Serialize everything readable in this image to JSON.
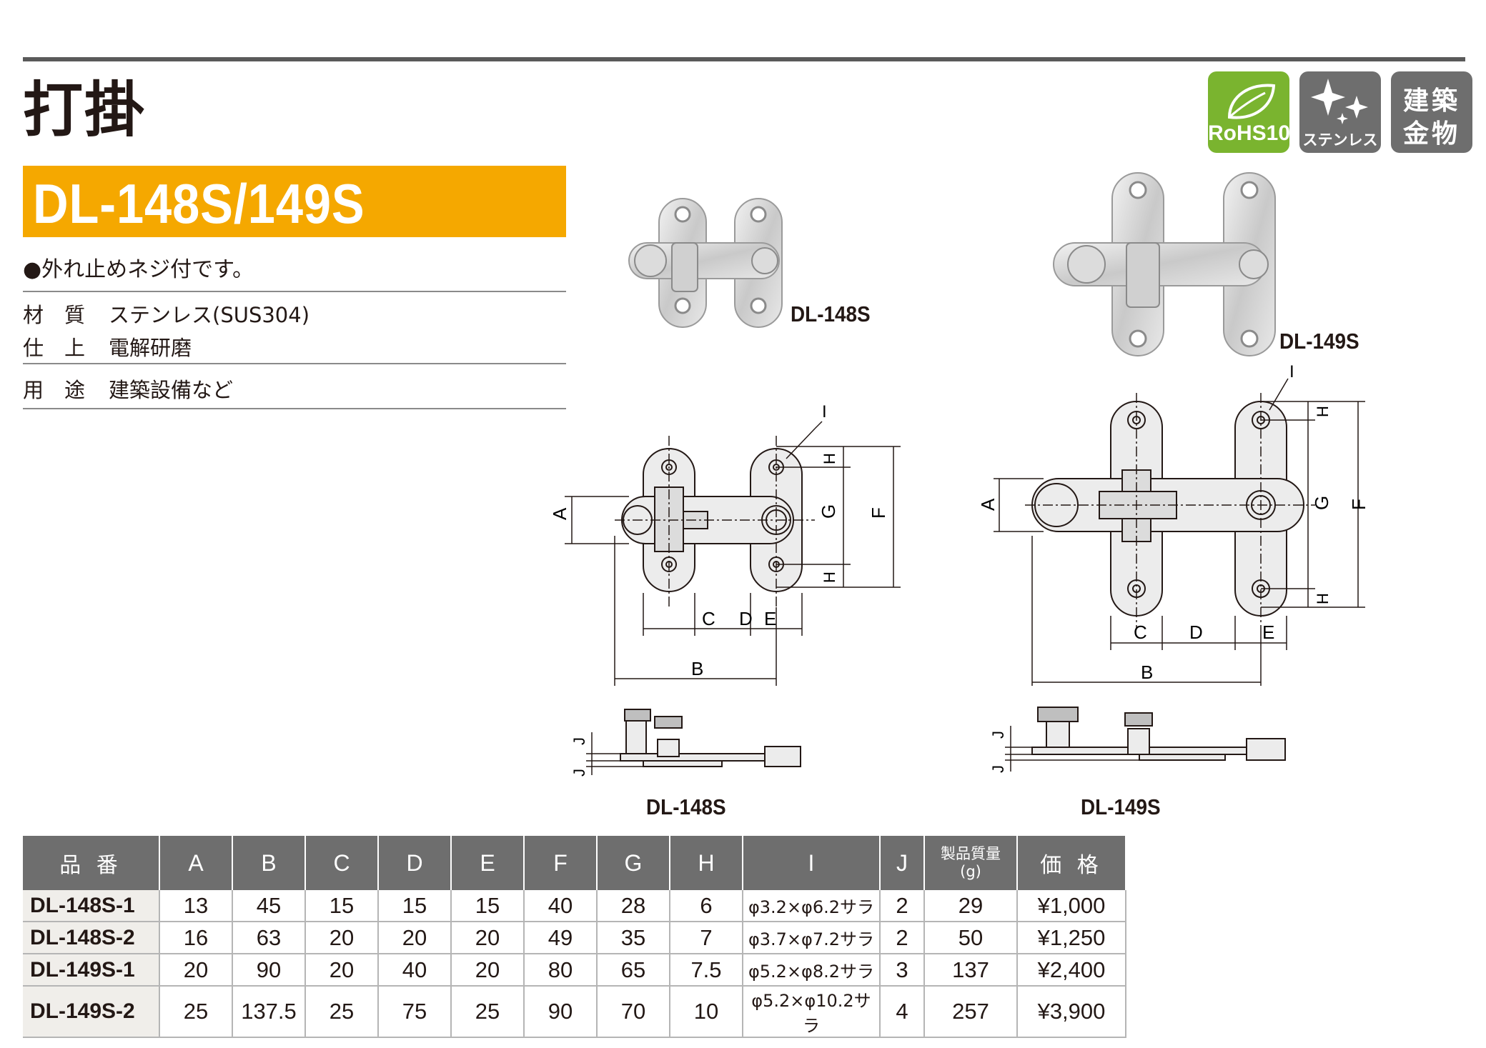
{
  "header": {
    "title": "打掛",
    "model": "DL-148S/149S",
    "feature": "●外れ止めネジ付です。"
  },
  "specs": [
    {
      "label": "材　質",
      "value": "ステンレス(SUS304)"
    },
    {
      "label": "仕　上",
      "value": "電解研磨"
    },
    {
      "label": "用　途",
      "value": "建築設備など"
    }
  ],
  "badges": {
    "rohs": "RoHS10",
    "stainless": "ステンレス",
    "building_1": "建築",
    "building_2": "金物"
  },
  "photos": {
    "label_148": "DL-148S",
    "label_149": "DL-149S"
  },
  "drawings": {
    "dims": {
      "A": "A",
      "B": "B",
      "C": "C",
      "D": "D",
      "E": "E",
      "F": "F",
      "G": "G",
      "H": "H",
      "I": "I",
      "J": "J"
    },
    "label_148": "DL-148S",
    "label_149": "DL-149S"
  },
  "table": {
    "headers": [
      "品 番",
      "A",
      "B",
      "C",
      "D",
      "E",
      "F",
      "G",
      "H",
      "I",
      "J",
      "製品質量(g)",
      "価 格"
    ],
    "header_mass_1": "製品質量",
    "header_mass_2": "(g)",
    "rows": [
      [
        "DL-148S-1",
        "13",
        "45",
        "15",
        "15",
        "15",
        "40",
        "28",
        "6",
        "φ3.2×φ6.2サラ",
        "2",
        "29",
        "¥1,000"
      ],
      [
        "DL-148S-2",
        "16",
        "63",
        "20",
        "20",
        "20",
        "49",
        "35",
        "7",
        "φ3.7×φ7.2サラ",
        "2",
        "50",
        "¥1,250"
      ],
      [
        "DL-149S-1",
        "20",
        "90",
        "20",
        "40",
        "20",
        "80",
        "65",
        "7.5",
        "φ5.2×φ8.2サラ",
        "3",
        "137",
        "¥2,400"
      ],
      [
        "DL-149S-2",
        "25",
        "137.5",
        "25",
        "75",
        "25",
        "90",
        "70",
        "10",
        "φ5.2×φ10.2サラ",
        "4",
        "257",
        "¥3,900"
      ]
    ]
  },
  "colors": {
    "accent": "#f5a800",
    "rohs": "#7ab42f",
    "header_gray": "#6e6e6e"
  }
}
